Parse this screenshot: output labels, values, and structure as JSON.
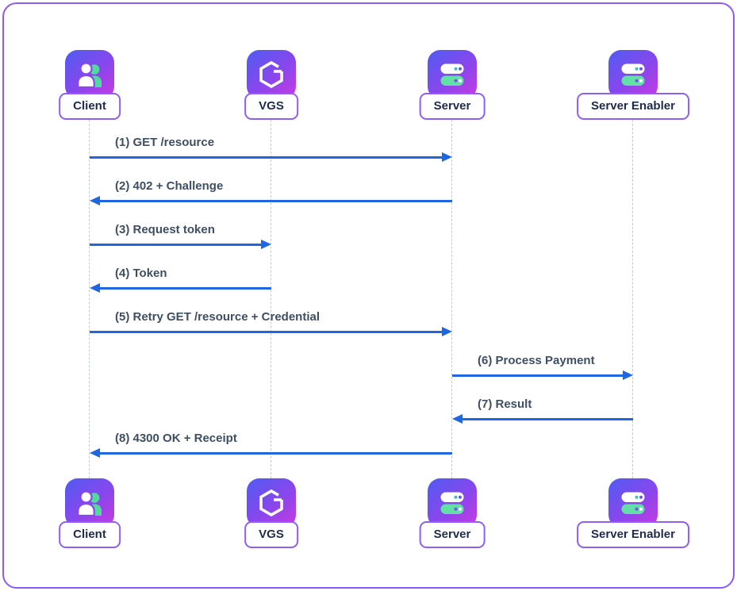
{
  "diagram": {
    "type": "sequence-diagram",
    "description": "Payment credential flow sequence diagram"
  },
  "colors": {
    "frame_border": "#8a5cf5",
    "label_border": "#8f5ef6",
    "label_text": "#1f2b4d",
    "message_text": "#3e4e63",
    "arrow_blue": "#1f66e3",
    "lifeline_gray": "#c2cad5",
    "icon_gradient_start": "#4f5cf3",
    "icon_gradient_end": "#cb39e3",
    "mint_green": "#63dfa8"
  },
  "actors": [
    {
      "label": "Client",
      "icon": "client-users-icon"
    },
    {
      "label": "VGS",
      "icon": "vgs-logo-icon"
    },
    {
      "label": "Server",
      "icon": "server-icon"
    },
    {
      "label": "Server Enabler",
      "icon": "server-icon"
    }
  ],
  "messages": [
    {
      "text": "(1) GET /resource",
      "from": "Client",
      "to": "Server",
      "direction": "right"
    },
    {
      "text": "(2) 402 + Challenge",
      "from": "Server",
      "to": "Client",
      "direction": "left"
    },
    {
      "text": "(3) Request token",
      "from": "Client",
      "to": "VGS",
      "direction": "right"
    },
    {
      "text": "(4) Token",
      "from": "VGS",
      "to": "Client",
      "direction": "left"
    },
    {
      "text": "(5) Retry GET /resource + Credential",
      "from": "Client",
      "to": "Server",
      "direction": "right"
    },
    {
      "text": "(6) Process Payment",
      "from": "Server",
      "to": "Server Enabler",
      "direction": "right"
    },
    {
      "text": "(7) Result",
      "from": "Server Enabler",
      "to": "Server",
      "direction": "left"
    },
    {
      "text": "(8) 4300 OK + Receipt",
      "from": "Server",
      "to": "Client",
      "direction": "left"
    }
  ]
}
